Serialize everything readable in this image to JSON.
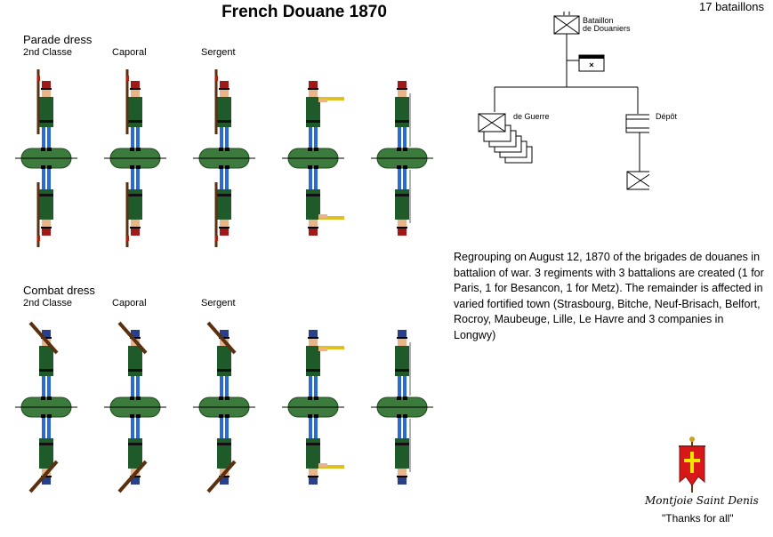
{
  "title": "French Douane 1870",
  "total_label": "17 bataillons",
  "sections": [
    {
      "heading": "Parade dress",
      "ranks": [
        "2nd Classe",
        "Caporal",
        "Sergent"
      ]
    },
    {
      "heading": "Combat dress",
      "ranks": [
        "2nd Classe",
        "Caporal",
        "Sergent"
      ]
    }
  ],
  "org": {
    "hq_label_1": "Bataillon",
    "hq_label_2": "de Douaniers",
    "war_label": "de Guerre",
    "depot_label": "Dépôt"
  },
  "description": "Regrouping on August 12, 1870 of the brigades de douanes in battalion of war. 3 regiments with 3 battalions are created (1 for Paris, 1 for Besancon, 1 for Metz). The remainder is affected in varied fortified town (Strasbourg, Bitche, Neuf-Brisach, Belfort, Rocroy, Maubeuge, Lille, Le Havre and 3 companies in Longwy)",
  "signature": "Montjoie Saint Denis",
  "thanks": "\"Thanks for all\"",
  "colors": {
    "coat": "#1f5a2a",
    "trousers": "#2a6ad6",
    "kepi_parade": "#a01818",
    "kepi_combat": "#2a3f8a",
    "base": "#3d7a3d",
    "banner": "#d81818",
    "cross": "#f2e600"
  }
}
